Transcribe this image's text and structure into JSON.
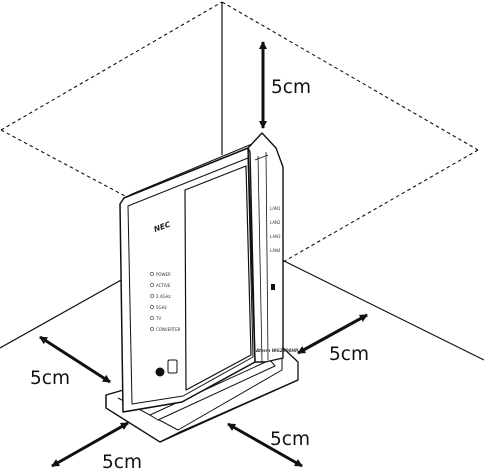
{
  "colors": {
    "line": "#111111",
    "device_body": "#ffffff",
    "dashed": "#111111"
  },
  "device": {
    "brand": "NEC",
    "model_badge": "Aterm WG2600HP",
    "leds": [
      "POWER",
      "ACTIVE",
      "2.4GHz",
      "5GHz",
      "TV",
      "CONVERTER"
    ],
    "side_leds": [
      "LAN1",
      "LAN2",
      "LAN3",
      "LAN4"
    ]
  },
  "dimensions": {
    "top": "5cm",
    "right": "5cm",
    "front_left": "5cm",
    "bottom_left": "5cm",
    "bottom_right": "5cm"
  },
  "icons": [
    "clearance-arrow-icon",
    "power-button-icon"
  ]
}
